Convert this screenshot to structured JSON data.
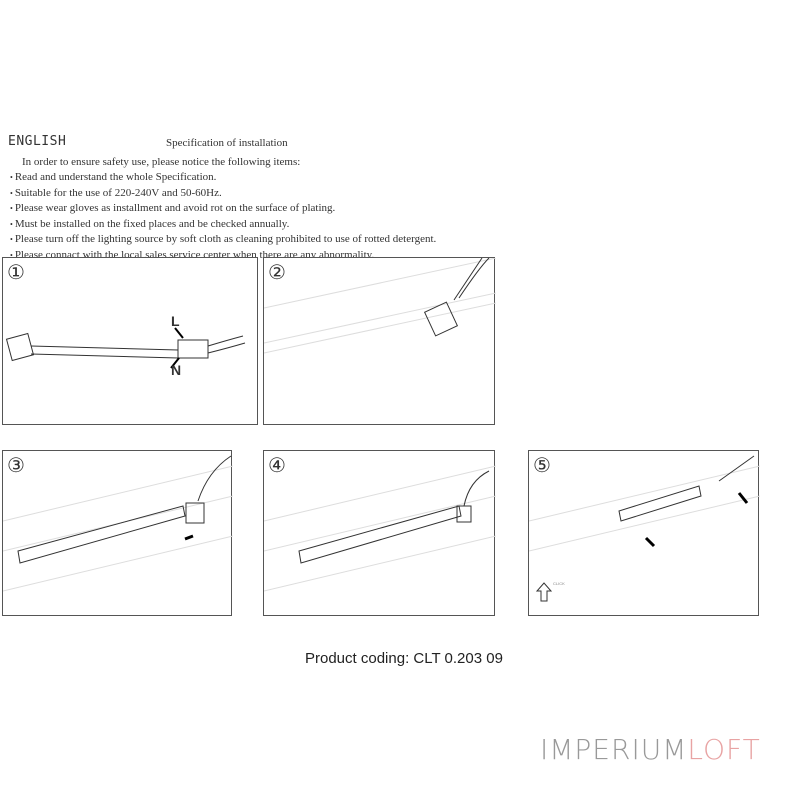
{
  "header": {
    "language": "ENGLISH",
    "title": "Specification of installation"
  },
  "intro": "In order to ensure safety use, please notice the following items:",
  "items": [
    "Read and understand the whole Specification.",
    "Suitable for the use of 220-240V and 50-60Hz.",
    "Please wear gloves as installment and avoid rot on the surface of plating.",
    "Must be installed on the fixed places and be checked annually.",
    "Please turn off the lighting source by soft cloth as cleaning prohibited to use of rotted detergent.",
    "Please connact with the local sales service center when there are any abnormality."
  ],
  "steps": [
    {
      "number": "①",
      "labels": [
        "L",
        "N"
      ]
    },
    {
      "number": "②"
    },
    {
      "number": "③"
    },
    {
      "number": "④"
    },
    {
      "number": "⑤",
      "note": "CLICK"
    }
  ],
  "product_coding": "Product coding: CLT 0.203 09",
  "logo": {
    "part1": "IMPERIUM",
    "part2": "LOFT",
    "colors": {
      "part1": "#999999",
      "part2": "#e8a3a3"
    }
  }
}
